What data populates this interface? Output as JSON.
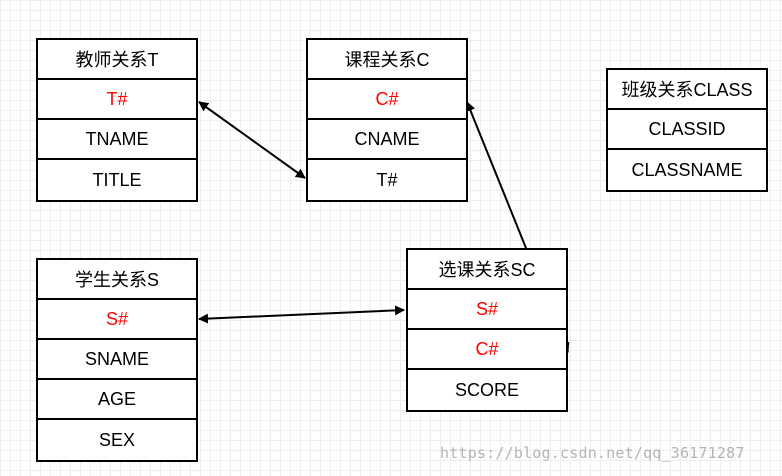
{
  "tables": {
    "teacher": {
      "title": "教师关系T",
      "fields": [
        "T#",
        "TNAME",
        "TITLE"
      ]
    },
    "course": {
      "title": "课程关系C",
      "fields": [
        "C#",
        "CNAME",
        "T#"
      ]
    },
    "class": {
      "title": "班级关系CLASS",
      "fields": [
        "CLASSID",
        "CLASSNAME"
      ]
    },
    "student": {
      "title": "学生关系S",
      "fields": [
        "S#",
        "SNAME",
        "AGE",
        "SEX"
      ]
    },
    "selection": {
      "title": "选课关系SC",
      "fields": [
        "S#",
        "C#",
        "SCORE"
      ]
    }
  },
  "colors": {
    "key_field": "#ff0000",
    "border": "#000000",
    "grid": "#eeeeee",
    "watermark": "#b4b4b4"
  },
  "watermark": "https://blog.csdn.net/qq_36171287"
}
